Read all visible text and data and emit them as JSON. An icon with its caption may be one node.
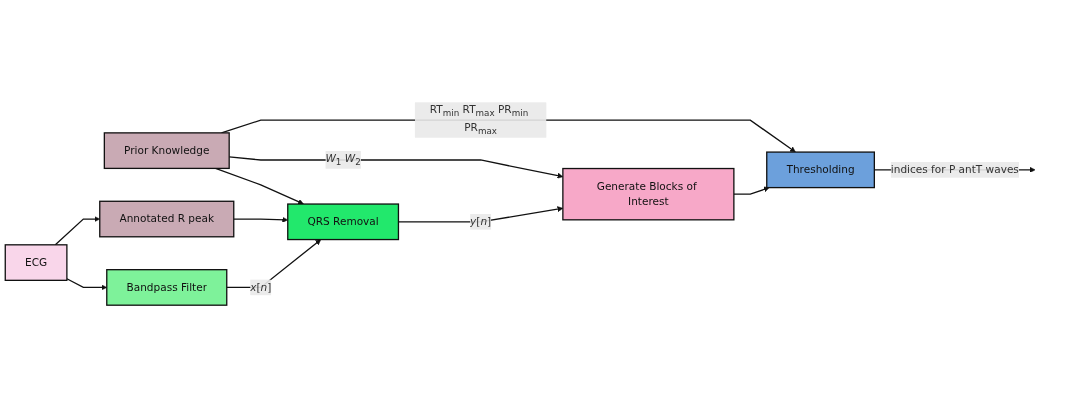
{
  "diagram": {
    "nodes": [
      {
        "text": [
          "Prior Knowledge"
        ]
      },
      {
        "text": [
          "Annotated R peak"
        ]
      },
      {
        "text": [
          "ECG"
        ]
      },
      {
        "text": [
          "Bandpass Filter"
        ]
      },
      {
        "text": [
          "QRS Removal"
        ]
      },
      {
        "text": [
          "Generate Blocks of Interest"
        ]
      },
      {
        "text": [
          "Thresholding"
        ]
      }
    ],
    "edges": [
      {
        "from": 0,
        "to": 6,
        "arrow": "to",
        "label": "RT$_{min}$ RT$_{max}$ PR$_{min}$ PR$_{max}$"
      },
      {
        "from": 0,
        "to": 5,
        "arrow": "to",
        "label": "*W*$_{1}$ *W*$_{2}$"
      },
      {
        "from": 0,
        "to": 4,
        "arrow": "to"
      },
      {
        "from": 2,
        "to": 1,
        "arrow": "to"
      },
      {
        "from": 2,
        "to": 3,
        "arrow": "to"
      },
      {
        "from": 1,
        "to": 4,
        "arrow": "to"
      },
      {
        "from": 3,
        "to": 4,
        "arrow": "to",
        "label": "*x*[*n*]"
      },
      {
        "from": 4,
        "to": 5,
        "arrow": "to",
        "label": "*y*[*n*]"
      },
      {
        "from": 5,
        "to": 6,
        "arrow": "to"
      },
      {
        "from": 6,
        "to": null,
        "arrow": "to",
        "label": "indices for P antT waves"
      }
    ]
  }
}
